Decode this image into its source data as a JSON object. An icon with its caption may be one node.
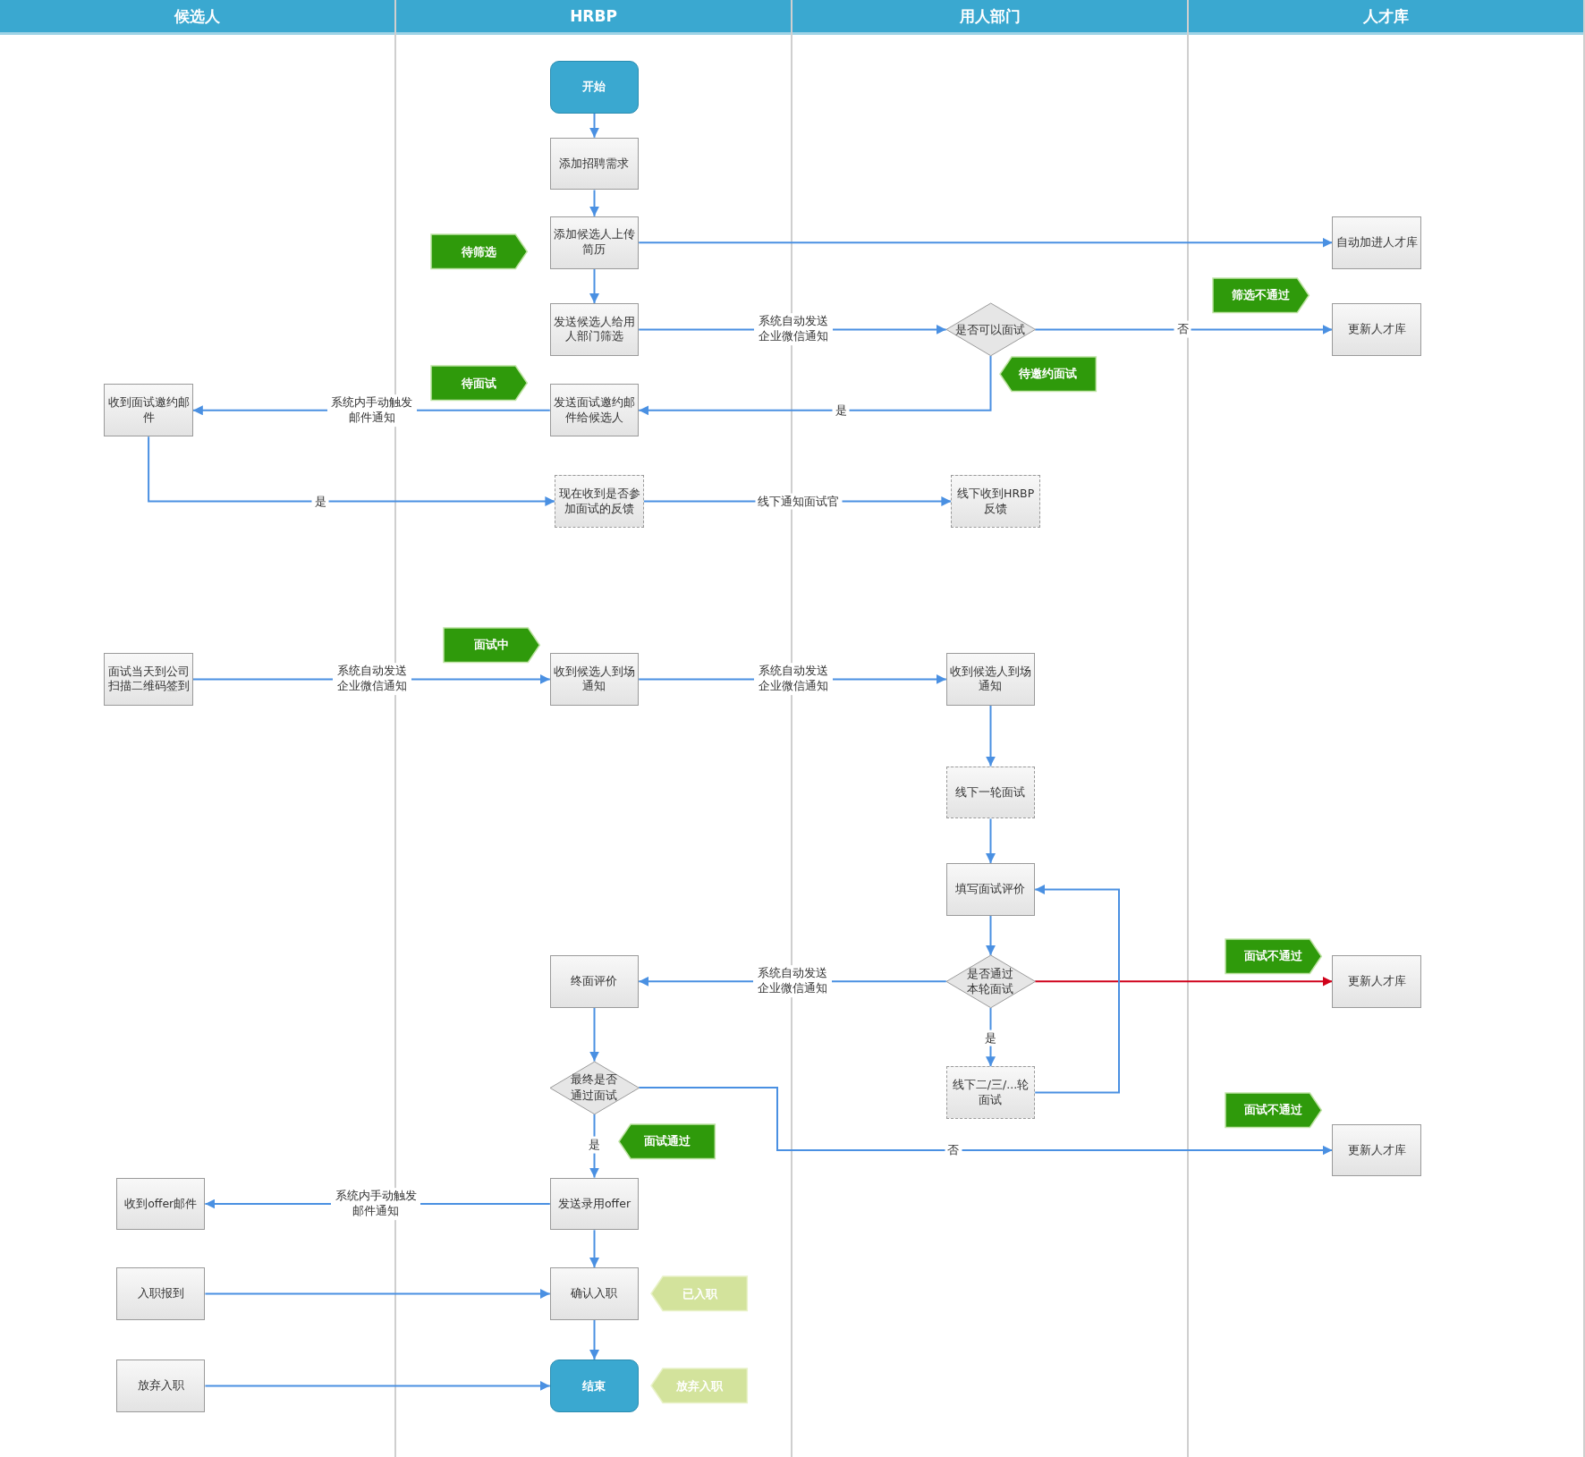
{
  "diagram": {
    "nodes": [
      {
        "text": [
          "候选人"
        ]
      },
      {
        "text": [
          "HRBP"
        ]
      },
      {
        "text": [
          "用人部门"
        ]
      },
      {
        "text": [
          "人才库"
        ]
      },
      {
        "text": [
          "开始"
        ],
        "in": 1
      },
      {
        "text": [
          "添加招聘需求"
        ],
        "in": 1
      },
      {
        "text": [
          "添加候选人上传简历"
        ],
        "in": 1
      },
      {
        "text": [
          "发送候选人给用人部门筛选"
        ],
        "in": 1
      },
      {
        "text": [
          "是否可以面试"
        ],
        "in": 2
      },
      {
        "text": [
          "自动加进人才库"
        ],
        "in": 3
      },
      {
        "text": [
          "更新人才库"
        ],
        "in": 3
      },
      {
        "text": [
          "发送面试邀约邮件给候选人"
        ],
        "in": 1
      },
      {
        "text": [
          "收到面试邀约邮件"
        ],
        "in": 0
      },
      {
        "text": [
          "现在收到是否参加面试的反馈"
        ],
        "in": 1
      },
      {
        "text": [
          "线下收到HRBP反馈"
        ],
        "in": 2
      },
      {
        "text": [
          "面试当天到公司扫描二维码签到"
        ],
        "in": 0
      },
      {
        "text": [
          "收到候选人到场通知"
        ],
        "in": 1
      },
      {
        "text": [
          "收到候选人到场通知"
        ],
        "in": 2
      },
      {
        "text": [
          "线下一轮面试"
        ],
        "in": 2
      },
      {
        "text": [
          "填写面试评价"
        ],
        "in": 2
      },
      {
        "text": [
          "是否通过本轮面试"
        ],
        "in": 2
      },
      {
        "text": [
          "更新人才库"
        ],
        "in": 3
      },
      {
        "text": [
          "线下二/三/...轮面试"
        ],
        "in": 2
      },
      {
        "text": [
          "终面评价"
        ],
        "in": 1
      },
      {
        "text": [
          "最终是否通过面试"
        ],
        "in": 1
      },
      {
        "text": [
          "更新人才库"
        ],
        "in": 3
      },
      {
        "text": [
          "发送录用offer"
        ],
        "in": 1
      },
      {
        "text": [
          "收到offer邮件"
        ],
        "in": 0
      },
      {
        "text": [
          "确认入职"
        ],
        "in": 1
      },
      {
        "text": [
          "入职报到"
        ],
        "in": 0
      },
      {
        "text": [
          "结束"
        ],
        "in": 1
      },
      {
        "text": [
          "放弃入职"
        ],
        "in": 0
      },
      {
        "text": [
          "待筛选"
        ],
        "in": 1
      },
      {
        "text": [
          "待面试"
        ],
        "in": 1
      },
      {
        "text": [
          "筛选不通过"
        ],
        "in": 3
      },
      {
        "text": [
          "待邀约面试"
        ],
        "in": 2
      },
      {
        "text": [
          "面试中"
        ],
        "in": 1
      },
      {
        "text": [
          "面试不通过"
        ],
        "in": 3
      },
      {
        "text": [
          "面试不通过"
        ],
        "in": 3
      },
      {
        "text": [
          "面试通过"
        ],
        "in": 1
      },
      {
        "text": [
          "已入职"
        ],
        "in": 1
      },
      {
        "text": [
          "放弃入职"
        ],
        "in": 1
      }
    ],
    "edges": [
      {
        "from": 4,
        "to": 5,
        "arrow": "to"
      },
      {
        "from": 5,
        "to": 6,
        "arrow": "to"
      },
      {
        "from": 6,
        "to": 9,
        "arrow": "to"
      },
      {
        "from": 6,
        "to": 7,
        "arrow": "to"
      },
      {
        "from": 7,
        "to": 8,
        "arrow": "to",
        "label": "系统自动发送企业微信通知"
      },
      {
        "from": 8,
        "to": 10,
        "arrow": "to",
        "label": "否"
      },
      {
        "from": 8,
        "to": 11,
        "arrow": "to",
        "label": "是"
      },
      {
        "from": 11,
        "to": 12,
        "arrow": "to",
        "label": "系统内手动触发邮件通知"
      },
      {
        "from": 12,
        "to": 13,
        "arrow": "to",
        "label": "是"
      },
      {
        "from": 13,
        "to": 14,
        "arrow": "to",
        "label": "线下通知面试官"
      },
      {
        "from": 15,
        "to": 16,
        "arrow": "to",
        "label": "系统自动发送企业微信通知"
      },
      {
        "from": 16,
        "to": 17,
        "arrow": "to",
        "label": "系统自动发送企业微信通知"
      },
      {
        "from": 17,
        "to": 18,
        "arrow": "to"
      },
      {
        "from": 18,
        "to": 19,
        "arrow": "to"
      },
      {
        "from": 19,
        "to": 20,
        "arrow": "to"
      },
      {
        "from": 20,
        "to": 21,
        "arrow": "to",
        "color": "#d0021b"
      },
      {
        "from": 20,
        "to": 22,
        "arrow": "to",
        "label": "是"
      },
      {
        "from": 22,
        "to": 19,
        "arrow": "to"
      },
      {
        "from": 20,
        "to": 23,
        "arrow": "to",
        "label": "系统自动发送企业微信通知"
      },
      {
        "from": 23,
        "to": 24,
        "arrow": "to"
      },
      {
        "from": 24,
        "to": 25,
        "arrow": "to",
        "label": "否"
      },
      {
        "from": 24,
        "to": 26,
        "arrow": "to",
        "label": "是"
      },
      {
        "from": 26,
        "to": 27,
        "arrow": "to",
        "label": "系统内手动触发邮件通知"
      },
      {
        "from": 26,
        "to": 28,
        "arrow": "to"
      },
      {
        "from": 28,
        "to": 30,
        "arrow": "to"
      },
      {
        "from": 29,
        "to": 28,
        "arrow": "to"
      },
      {
        "from": 31,
        "to": 30,
        "arrow": "to"
      }
    ]
  }
}
